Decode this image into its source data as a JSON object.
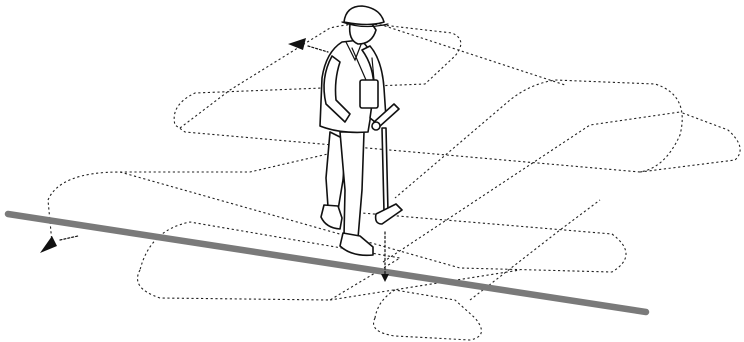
{
  "figure": {
    "colors": {
      "pipe": "#7a7a7a",
      "line_art": "#111111",
      "background": "#ffffff"
    },
    "elements": [
      "buried-pipe",
      "dashed-survey-path",
      "operator-with-locator",
      "direction-arrow-start",
      "direction-arrow-end"
    ]
  }
}
